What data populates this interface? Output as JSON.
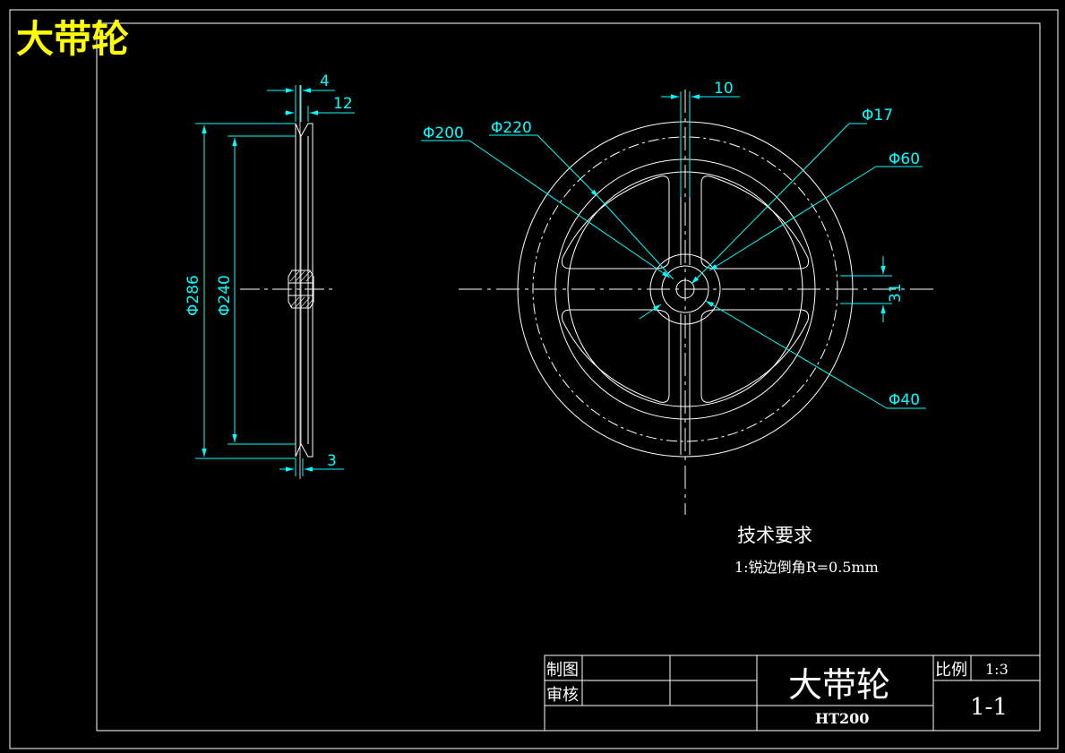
{
  "corner_title": "大带轮",
  "colors": {
    "background": "#000000",
    "outline": "#ffffff",
    "dimension": "#00ffff",
    "title_yellow": "#ffff00"
  },
  "side_view": {
    "dims": {
      "d286": "Φ286",
      "d240": "Φ240",
      "w4": "4",
      "w12": "12",
      "w3": "3"
    }
  },
  "front_view": {
    "dims": {
      "w10": "10",
      "d200": "Φ200",
      "d220": "Φ220",
      "d17": "Φ17",
      "d60": "Φ60",
      "h31": "31",
      "d40": "Φ40"
    }
  },
  "tech_requirements": {
    "heading": "技术要求",
    "item1": "1:锐边倒角R=0.5mm"
  },
  "title_block": {
    "drawn_label": "制图",
    "review_label": "审核",
    "part_name": "大带轮",
    "material": "HT200",
    "scale_label": "比例",
    "scale_value": "1:3",
    "drawing_no": "1-1"
  }
}
